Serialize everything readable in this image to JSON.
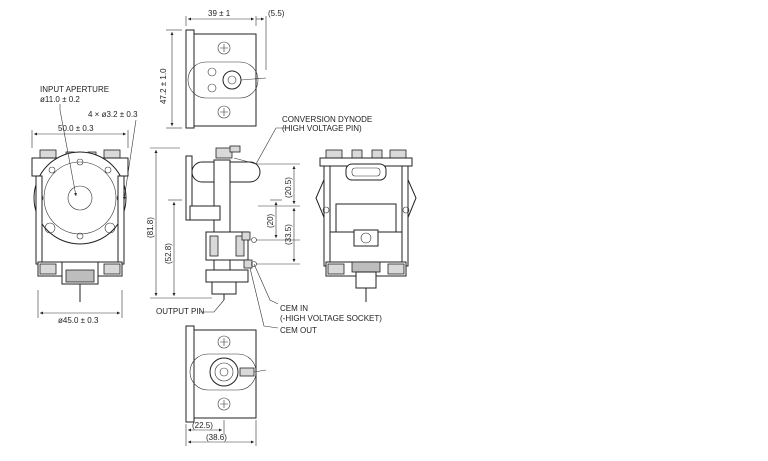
{
  "labels": {
    "top_width": "39 ± 1",
    "top_offset": "(5.5)",
    "top_height": "47.2 ± 1.0",
    "input_aperture": "INPUT APERTURE",
    "aperture_dia": "ø11.0 ± 0.2",
    "holes": "4 × ø3.2 ± 0.3",
    "front_width": "50.0 ± 0.3",
    "front_base": "ø45.0 ± 0.3",
    "conversion_dynode": "CONVERSION DYNODE",
    "hv_pin": "(HIGH VOLTAGE PIN)",
    "dim_20_5": "(20.5)",
    "dim_20": "(20)",
    "dim_33_5": "(33.5)",
    "dim_81_8": "(81.8)",
    "dim_52_8": "(52.8)",
    "output_pin": "OUTPUT PIN",
    "cem_in": "CEM IN",
    "hv_socket": "(-HIGH VOLTAGE SOCKET)",
    "cem_out": "CEM OUT",
    "bottom_22_5": "(22.5)",
    "bottom_38_6": "(38.6)"
  }
}
